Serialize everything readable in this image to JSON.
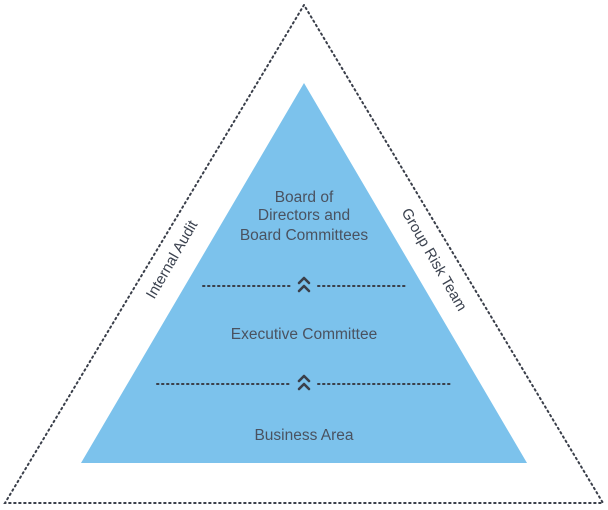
{
  "diagram": {
    "left_side_label": "Internal Audit",
    "right_side_label": "Group Risk Team",
    "tiers": {
      "top": [
        "Board of",
        "Directors and",
        "Board Committees"
      ],
      "middle": "Executive Committee",
      "bottom": "Business Area"
    },
    "colors": {
      "pyramid_fill": "#7cc2ec",
      "tier_text": "#4a5260",
      "dotted_line": "#3a3f4a",
      "outer_border": "#3a3f4a"
    },
    "icons": {
      "escalation_arrow": "double-chevron-up-icon"
    }
  }
}
